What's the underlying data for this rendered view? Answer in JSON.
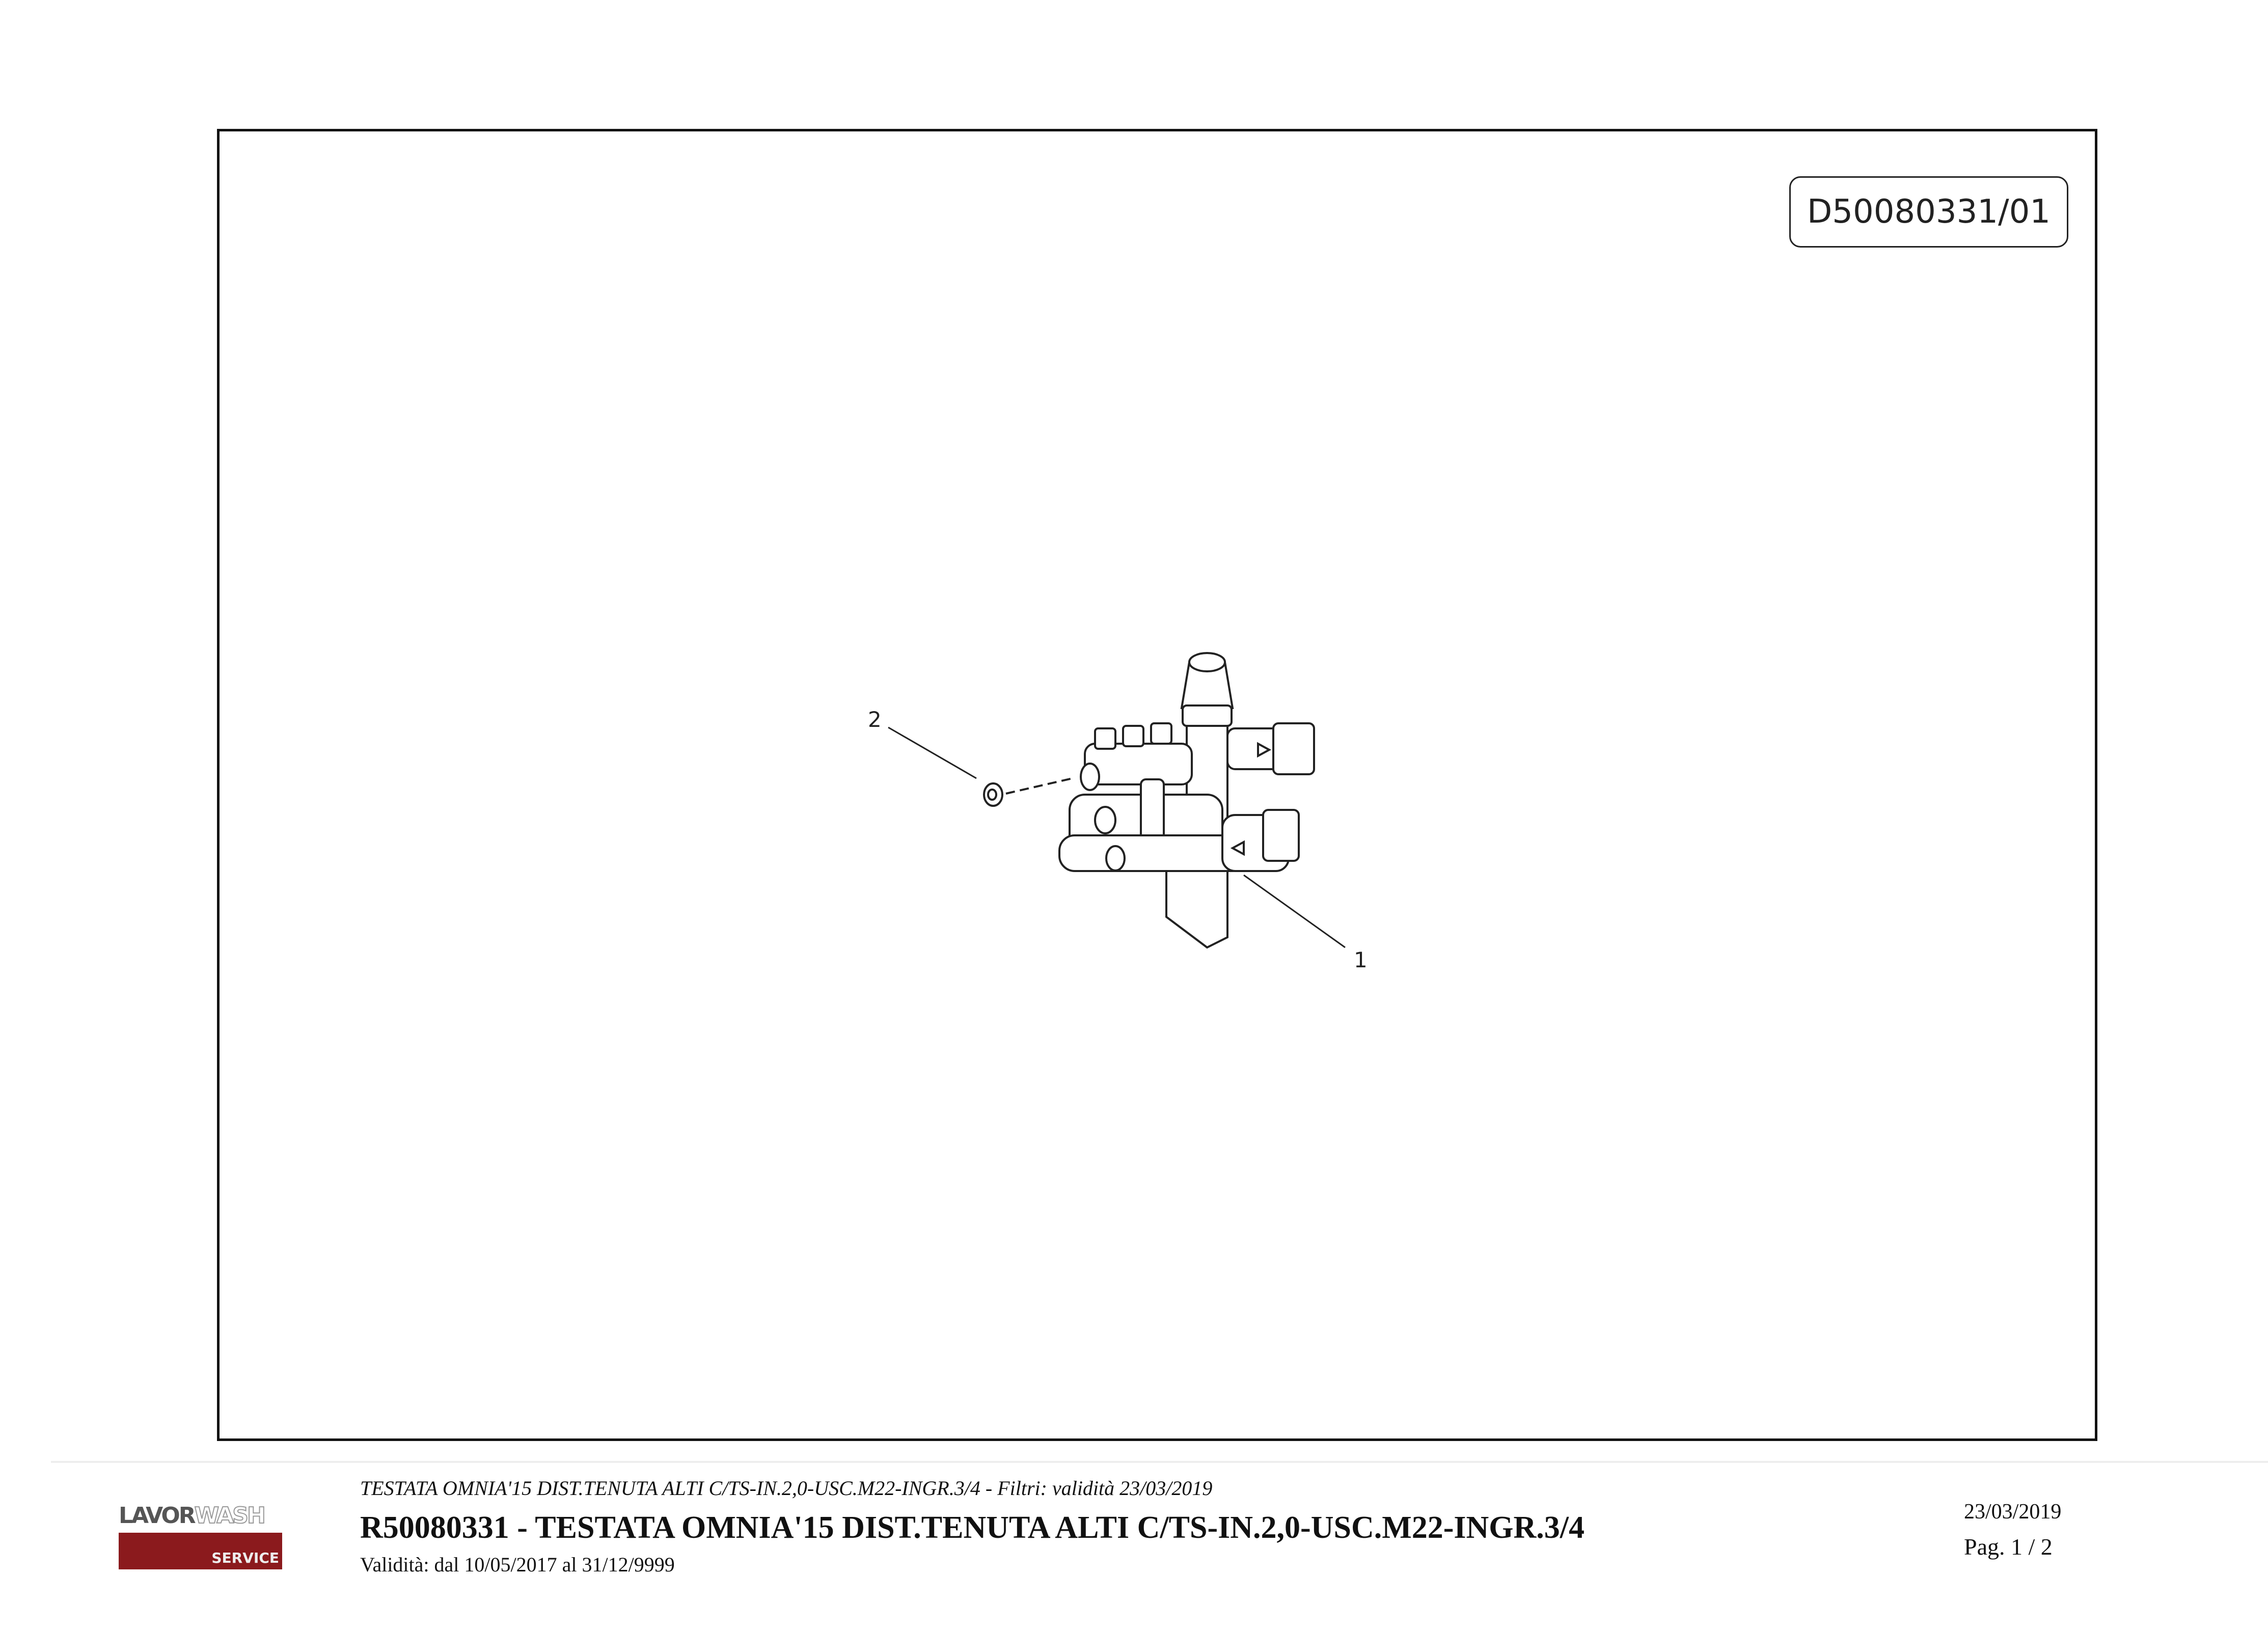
{
  "drawing": {
    "code": "D50080331/01",
    "callouts": [
      "1",
      "2"
    ]
  },
  "footer": {
    "logo": {
      "brand_a": "LAVOR",
      "brand_b": "WASH",
      "sub": "SERVICE",
      "bar_color": "#8b1a1d"
    },
    "subtitle": "TESTATA OMNIA'15 DIST.TENUTA ALTI C/TS-IN.2,0-USC.M22-INGR.3/4 - Filtri: validità 23/03/2019",
    "title": "R50080331 - TESTATA OMNIA'15 DIST.TENUTA ALTI C/TS-IN.2,0-USC.M22-INGR.3/4",
    "validity": "Validità: dal 10/05/2017 al 31/12/9999",
    "date": "23/03/2019",
    "page": "Pag. 1 / 2"
  }
}
